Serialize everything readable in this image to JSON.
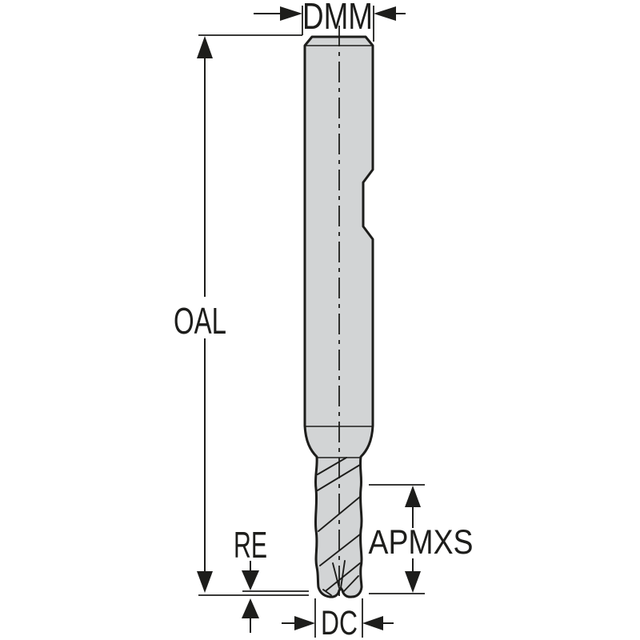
{
  "diagram": {
    "kind": "technical-drawing",
    "subject": "end-mill-cutter-side-view",
    "background_color": "#ffffff",
    "colors": {
      "body_fill": "#d2d4d5",
      "line": "#1d1d1b"
    },
    "dimensions": {
      "dmm": {
        "label": "DMM"
      },
      "oal": {
        "label": "OAL"
      },
      "re": {
        "label": "RE"
      },
      "apmxs": {
        "label": "APMXS"
      },
      "dc": {
        "label": "DC"
      }
    }
  }
}
